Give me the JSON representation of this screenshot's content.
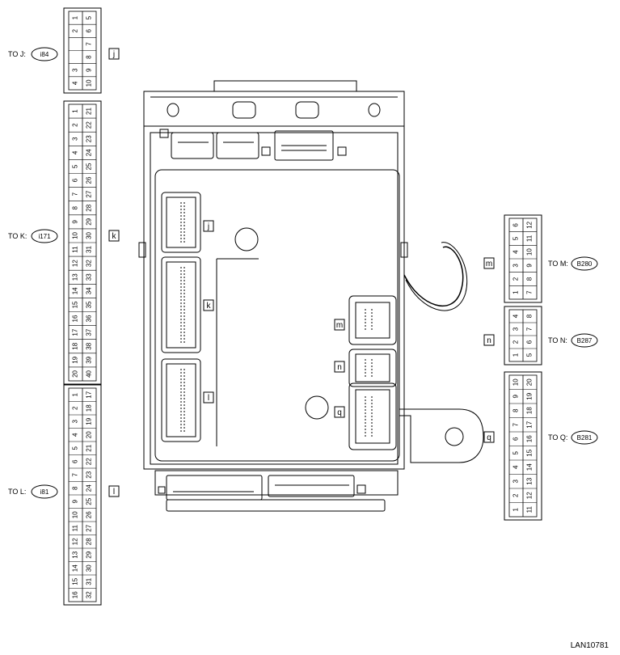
{
  "connectors": [
    {
      "id": "j",
      "to_text": "TO J:",
      "badge": "i84",
      "letter": "j",
      "rows": [
        [
          "1",
          "5"
        ],
        [
          "2",
          "6"
        ],
        [
          "",
          "7"
        ],
        [
          "",
          "8"
        ],
        [
          "3",
          "9"
        ],
        [
          "4",
          "10"
        ]
      ]
    },
    {
      "id": "k",
      "to_text": "TO K:",
      "badge": "i171",
      "letter": "k",
      "rows": [
        [
          "1",
          "21"
        ],
        [
          "2",
          "22"
        ],
        [
          "3",
          "23"
        ],
        [
          "4",
          "24"
        ],
        [
          "5",
          "25"
        ],
        [
          "6",
          "26"
        ],
        [
          "7",
          "27"
        ],
        [
          "8",
          "28"
        ],
        [
          "9",
          "29"
        ],
        [
          "10",
          "30"
        ],
        [
          "11",
          "31"
        ],
        [
          "12",
          "32"
        ],
        [
          "13",
          "33"
        ],
        [
          "14",
          "34"
        ],
        [
          "15",
          "35"
        ],
        [
          "16",
          "36"
        ],
        [
          "17",
          "37"
        ],
        [
          "18",
          "38"
        ],
        [
          "19",
          "39"
        ],
        [
          "20",
          "40"
        ]
      ]
    },
    {
      "id": "l",
      "to_text": "TO L:",
      "badge": "i81",
      "letter": "l",
      "rows": [
        [
          "1",
          "17"
        ],
        [
          "2",
          "18"
        ],
        [
          "3",
          "19"
        ],
        [
          "4",
          "20"
        ],
        [
          "5",
          "21"
        ],
        [
          "6",
          "22"
        ],
        [
          "7",
          "23"
        ],
        [
          "8",
          "24"
        ],
        [
          "9",
          "25"
        ],
        [
          "10",
          "26"
        ],
        [
          "11",
          "27"
        ],
        [
          "12",
          "28"
        ],
        [
          "13",
          "29"
        ],
        [
          "14",
          "30"
        ],
        [
          "15",
          "31"
        ],
        [
          "16",
          "32"
        ]
      ]
    },
    {
      "id": "m",
      "to_text": "TO M:",
      "badge": "B280",
      "letter": "m",
      "rows": [
        [
          "6",
          "12"
        ],
        [
          "5",
          "11"
        ],
        [
          "4",
          "10"
        ],
        [
          "3",
          "9"
        ],
        [
          "2",
          "8"
        ],
        [
          "1",
          "7"
        ]
      ]
    },
    {
      "id": "n",
      "to_text": "TO N:",
      "badge": "B287",
      "letter": "n",
      "rows": [
        [
          "4",
          "8"
        ],
        [
          "3",
          "7"
        ],
        [
          "2",
          "6"
        ],
        [
          "1",
          "5"
        ]
      ]
    },
    {
      "id": "q",
      "to_text": "TO Q:",
      "badge": "B281",
      "letter": "q",
      "rows": [
        [
          "10",
          "20"
        ],
        [
          "9",
          "19"
        ],
        [
          "8",
          "18"
        ],
        [
          "7",
          "17"
        ],
        [
          "6",
          "16"
        ],
        [
          "5",
          "15"
        ],
        [
          "4",
          "14"
        ],
        [
          "3",
          "13"
        ],
        [
          "2",
          "12"
        ],
        [
          "1",
          "11"
        ]
      ]
    }
  ],
  "unit_labels": [
    "j",
    "k",
    "l",
    "m",
    "n",
    "q"
  ],
  "footer_code": "LAN10781"
}
